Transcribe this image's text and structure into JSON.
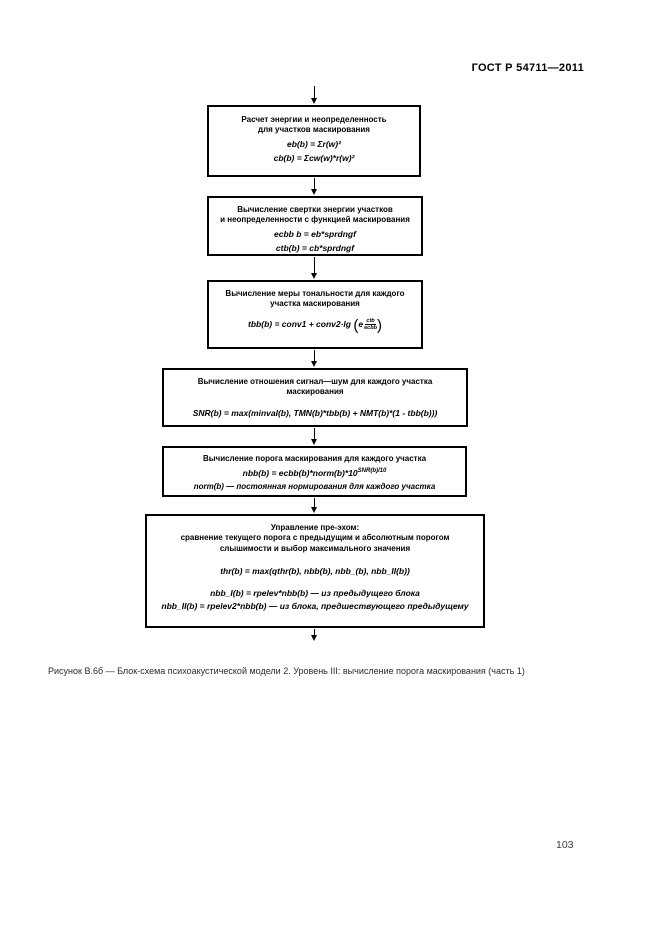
{
  "header": {
    "doc_code": "ГОСТ Р 54711—2011"
  },
  "flowchart": {
    "boxes": [
      {
        "title_line1": "Расчет энергии и неопределенность",
        "title_line2": "для участков маскирования",
        "formula1": "eb(b) = Σr(w)²",
        "formula2": "cb(b) = Σcw(w)*r(w)²"
      },
      {
        "title_line1": "Вычисление свертки энергии участков",
        "title_line2": "и неопределенности с функцией маскирования",
        "formula1": "ecbb b = eb*sprdngf",
        "formula2": "ctb(b) = cb*sprdngf"
      },
      {
        "title_line1": "Вычисление меры тональности для каждого",
        "title_line2": "участка маскирования",
        "formula_prefix": "tbb(b) = conv1 + conv2·lg",
        "formula_base": "e",
        "formula_frac_num": "ctb",
        "formula_frac_den": "ecbb"
      },
      {
        "title_line1": "Вычисление отношения сигнал—шум для каждого участка",
        "title_line2": "маскирования",
        "formula1": "SNR(b) = max(minval(b), TMN(b)*tbb(b) + NMT(b)*(1 - tbb(b)))"
      },
      {
        "title_line1": "Вычисление порога маскирования для каждого участка",
        "formula_main": "nbb(b) = ecbb(b)*norm(b)*10",
        "formula_sup": "SNR(b)/10",
        "formula_note": "norm(b) — постоянная нормирования для каждого участка"
      },
      {
        "title_line1": "Управление пре-эхом:",
        "title_line2": "сравнение текущего порога с предыдущим и абсолютным порогом",
        "title_line3": "слышимости и выбор максимального значения",
        "formula1": "thr(b) = max(qthr(b), nbb(b), nbb_(b), nbb_II(b))",
        "formula2": "nbb_I(b) = rpelev*nbb(b) — из предыдущего блока",
        "formula3": "nbb_II(b) = rpelev2*nbb(b) — из блока, предшествующего предыдущему"
      }
    ]
  },
  "caption": "Рисунок В.6б — Блок-схема психоакустической модели 2. Уровень III: вычисление порога маскирования (часть 1)",
  "page_number": "103"
}
